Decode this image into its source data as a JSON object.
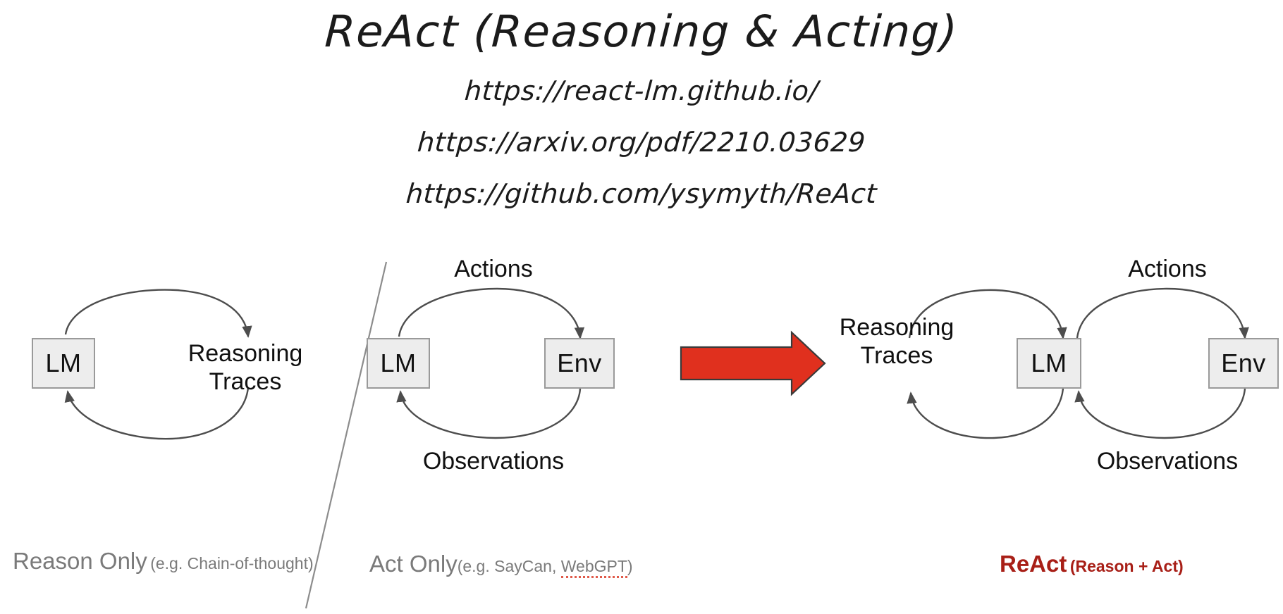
{
  "header": {
    "title": "ReAct (Reasoning & Acting)",
    "urls": [
      "https://react-lm.github.io/",
      "https://arxiv.org/pdf/2210.03629",
      "https://github.com/ysymyth/ReAct"
    ]
  },
  "colors": {
    "node_fill": "#ededed",
    "node_border": "#9a9a9a",
    "arrow_stroke": "#4d4d4d",
    "big_arrow_fill": "#e0301e",
    "big_arrow_stroke": "#3a3a3a",
    "caption_gray": "#7a7a7a",
    "react_red": "#a81f17",
    "divider": "#8c8c8c",
    "spellcheck_underline": "#e05a4a"
  },
  "panels": [
    {
      "id": "reason-only",
      "nodes": [
        {
          "label": "LM"
        }
      ],
      "edge_labels": [
        "Reasoning",
        "Traces"
      ],
      "caption_main": "Reason Only",
      "caption_sub": "(e.g. Chain-of-thought)"
    },
    {
      "id": "act-only",
      "nodes": [
        {
          "label": "LM"
        },
        {
          "label": "Env"
        }
      ],
      "edge_labels": [
        "Actions",
        "Observations"
      ],
      "caption_main": "Act Only",
      "caption_sub_pre": "(e.g. SayCan, ",
      "caption_sub_error": "WebGPT",
      "caption_sub_post": ")"
    },
    {
      "id": "react",
      "nodes": [
        {
          "label": "LM"
        },
        {
          "label": "Env"
        }
      ],
      "edge_labels": [
        "Reasoning",
        "Traces",
        "Actions",
        "Observations"
      ],
      "caption_main": "ReAct",
      "caption_sub": "(Reason + Act)"
    }
  ],
  "transition": {
    "icon": "right-arrow-icon"
  }
}
